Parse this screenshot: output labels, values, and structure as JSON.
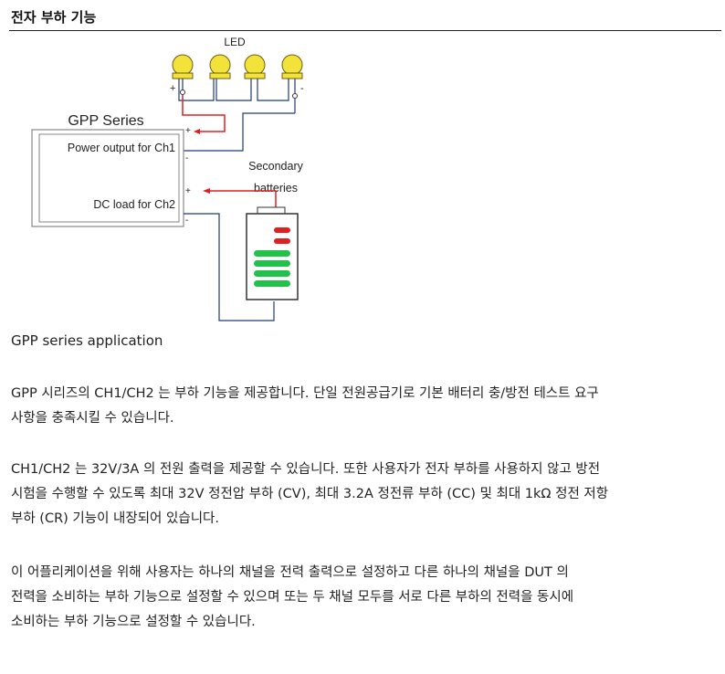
{
  "section": {
    "title": "전자 부하 기능"
  },
  "diagram": {
    "led_label": "LED",
    "plus": "+",
    "minus": "-",
    "device_title": "GPP Series",
    "ch1_label": "Power output for Ch1",
    "ch2_label": "DC load for Ch2",
    "battery_label_line1": "Secondary",
    "battery_label_line2": "batteries",
    "colors": {
      "led": "#f2e23a",
      "positive_wire": "#e02020",
      "negative_wire": "#1e3a78",
      "battery_red": "#e02020",
      "battery_green": "#22c24a"
    }
  },
  "caption": "GPP series application",
  "paragraphs": [
    {
      "lines": [
        "GPP 시리즈의 CH1/CH2 는 부하 기능을 제공합니다. 단일 전원공급기로 기본 배터리 충/방전 테스트 요구",
        "사항을 충족시킬 수 있습니다."
      ]
    },
    {
      "lines": [
        "CH1/CH2 는 32V/3A 의 전원 출력을 제공할 수 있습니다. 또한 사용자가 전자 부하를 사용하지 않고 방전",
        "시험을 수행할 수 있도록 최대 32V 정전압 부하 (CV), 최대 3.2A 정전류 부하 (CC) 및 최대 1kΩ 정전 저항",
        "부하 (CR) 기능이 내장되어 있습니다."
      ]
    },
    {
      "lines": [
        "이 어플리케이션을 위해 사용자는 하나의 채널을 전력 출력으로 설정하고 다른 하나의 채널을 DUT 의",
        "전력을 소비하는 부하 기능으로 설정할 수 있으며 또는 두 채널 모두를 서로 다른 부하의 전력을 동시에",
        "소비하는 부하 기능으로 설정할 수 있습니다."
      ]
    }
  ]
}
